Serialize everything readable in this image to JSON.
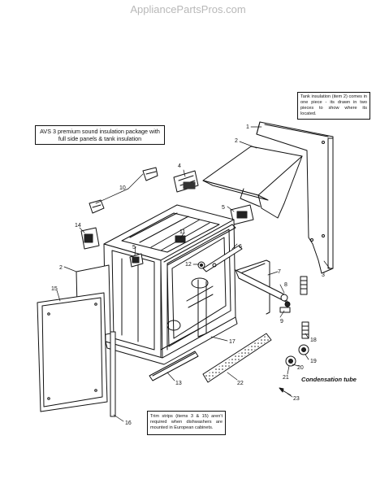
{
  "watermark": "AppliancePartsPros.com",
  "notes": {
    "avs": "AVS 3 premium sound insulation package with full side panels & tank insulation",
    "tank": "Tank insulation (item 2) comes in one piece - its drawn in two pieces to show where its located.",
    "trim": "Trim strips (items 3 & 15) aren't required when dishwashers are mounted in European cabinets.",
    "condensation": "Condensation tube"
  },
  "callouts": {
    "c1": "1",
    "c2a": "2",
    "c2b": "2",
    "c3": "3",
    "c4": "4",
    "c5a": "5",
    "c5b": "5",
    "c6": "6",
    "c7": "7",
    "c8": "8",
    "c9": "9",
    "c10": "10",
    "c11": "11",
    "c12": "12",
    "c13": "13",
    "c14": "14",
    "c15": "15",
    "c16": "16",
    "c17": "17",
    "c18": "18",
    "c19": "19",
    "c20": "20",
    "c21": "21",
    "c22": "22",
    "c23": "23"
  }
}
